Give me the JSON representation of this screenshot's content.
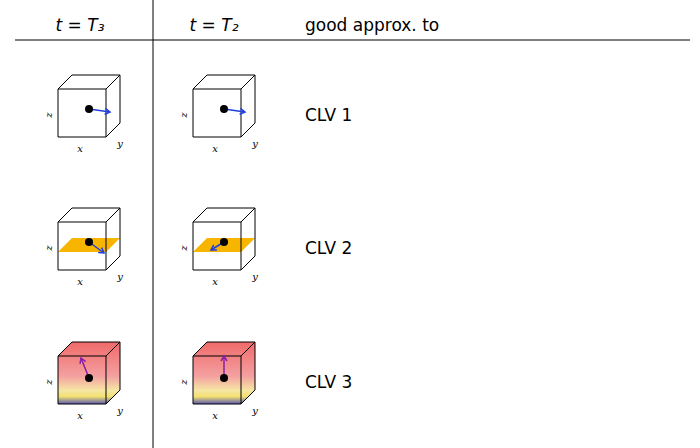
{
  "diagram": {
    "labels": [
      "t = T₃",
      "t = T₂",
      "good approx. to",
      "z",
      "x",
      "y",
      "z",
      "x",
      "y",
      "CLV 1",
      "z",
      "x",
      "y",
      "z",
      "x",
      "y",
      "CLV 2",
      "z",
      "x",
      "y",
      "z",
      "x",
      "y",
      "CLV 3"
    ]
  }
}
